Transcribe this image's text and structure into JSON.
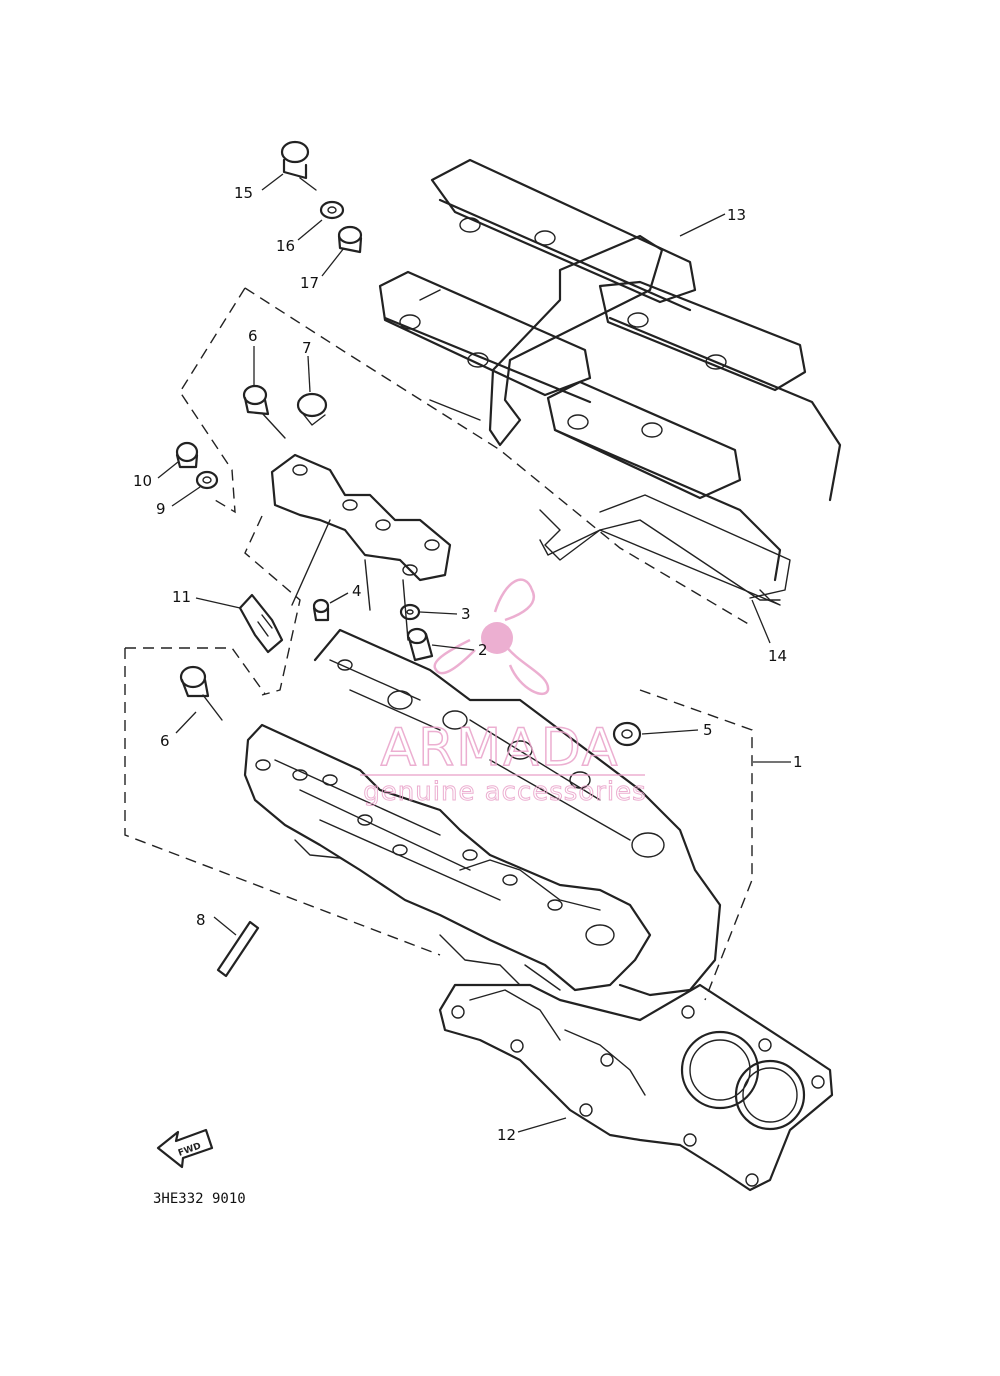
{
  "diagram": {
    "code": "3HE332 9010",
    "fwd_label": "FWD",
    "callouts": [
      {
        "id": "c1",
        "label": "1"
      },
      {
        "id": "c2",
        "label": "2"
      },
      {
        "id": "c3",
        "label": "3"
      },
      {
        "id": "c4",
        "label": "4"
      },
      {
        "id": "c5",
        "label": "5"
      },
      {
        "id": "c6a",
        "label": "6"
      },
      {
        "id": "c6b",
        "label": "6"
      },
      {
        "id": "c7",
        "label": "7"
      },
      {
        "id": "c8",
        "label": "8"
      },
      {
        "id": "c9",
        "label": "9"
      },
      {
        "id": "c10",
        "label": "10"
      },
      {
        "id": "c11",
        "label": "11"
      },
      {
        "id": "c12",
        "label": "12"
      },
      {
        "id": "c13",
        "label": "13"
      },
      {
        "id": "c14",
        "label": "14"
      },
      {
        "id": "c15",
        "label": "15"
      },
      {
        "id": "c16",
        "label": "16"
      },
      {
        "id": "c17",
        "label": "17"
      }
    ]
  },
  "watermark": {
    "brand": "ARMADA",
    "tagline": "genuine accessories",
    "color": "#e9a2c9"
  },
  "colors": {
    "ink": "#222222",
    "background": "#ffffff"
  }
}
